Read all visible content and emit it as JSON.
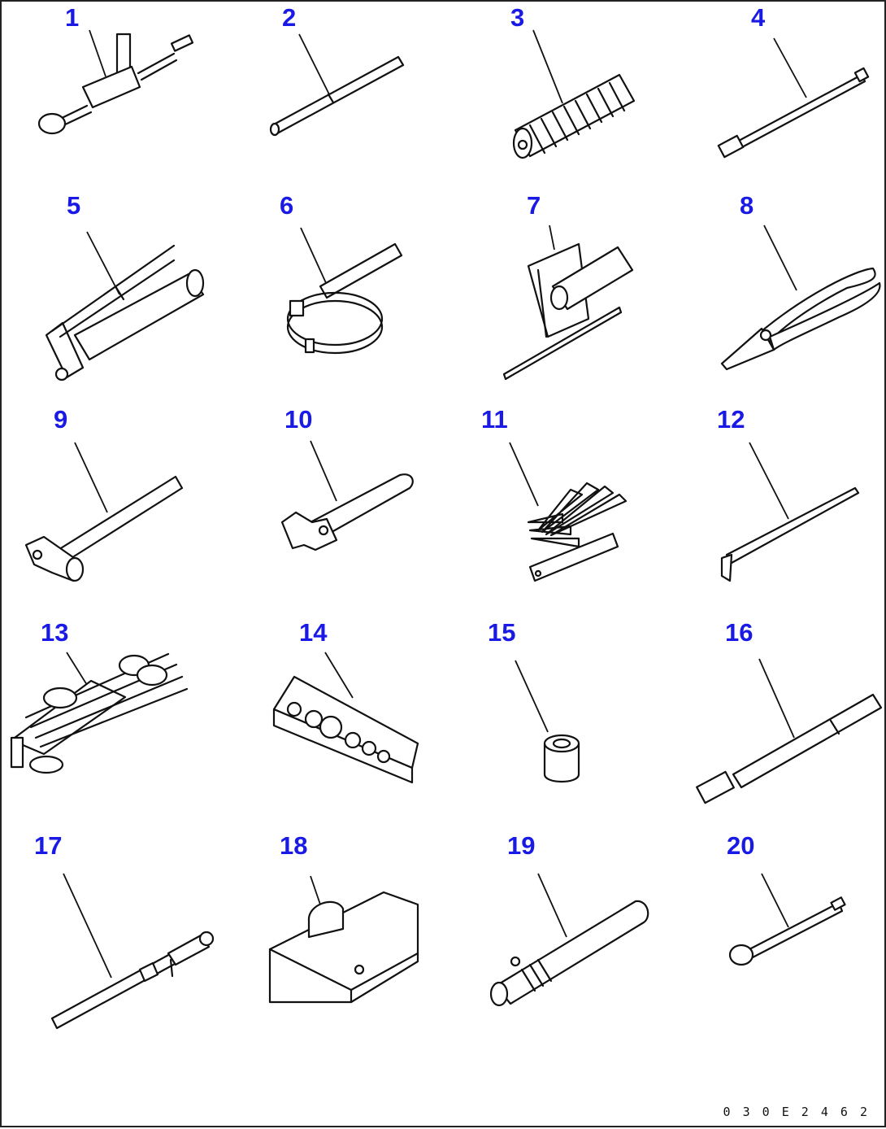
{
  "items": [
    {
      "number": "1",
      "icon": "slide-hammer-puller-icon"
    },
    {
      "number": "2",
      "icon": "bar-icon"
    },
    {
      "number": "3",
      "icon": "grip-icon"
    },
    {
      "number": "4",
      "icon": "extension-bar-icon"
    },
    {
      "number": "5",
      "icon": "grease-gun-icon"
    },
    {
      "number": "6",
      "icon": "filter-wrench-icon"
    },
    {
      "number": "7",
      "icon": "screwdriver-set-icon"
    },
    {
      "number": "8",
      "icon": "pliers-icon"
    },
    {
      "number": "9",
      "icon": "hammer-icon"
    },
    {
      "number": "10",
      "icon": "adjustable-wrench-icon"
    },
    {
      "number": "11",
      "icon": "feeler-gauge-icon"
    },
    {
      "number": "12",
      "icon": "pry-bar-icon"
    },
    {
      "number": "13",
      "icon": "wrench-set-icon"
    },
    {
      "number": "14",
      "icon": "socket-set-case-icon"
    },
    {
      "number": "15",
      "icon": "socket-icon"
    },
    {
      "number": "16",
      "icon": "socket-handle-icon"
    },
    {
      "number": "17",
      "icon": "grease-nozzle-extension-icon"
    },
    {
      "number": "18",
      "icon": "tool-bag-icon"
    },
    {
      "number": "19",
      "icon": "tube-tool-icon"
    },
    {
      "number": "20",
      "icon": "socket-extension-icon"
    }
  ],
  "drawing_code": "0 3 0 E 2 4 6 2",
  "label_color": "#1a1ae6"
}
